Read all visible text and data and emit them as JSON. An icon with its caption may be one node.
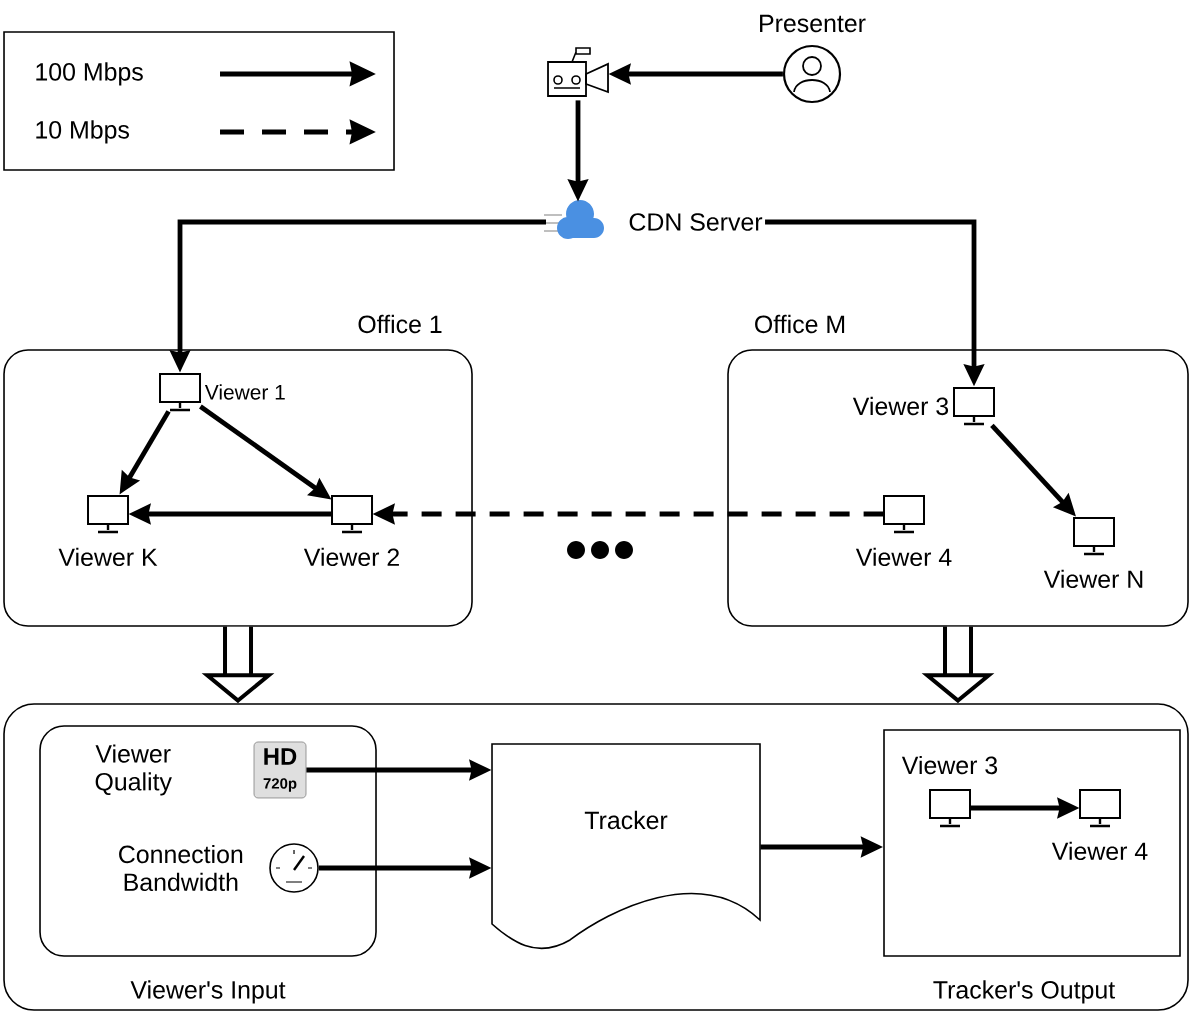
{
  "diagram": {
    "nodes": [
      {
        "text": [
          "Presenter"
        ]
      },
      {
        "text": [],
        "shape": "camera"
      },
      {
        "text": [
          "CDN Server"
        ]
      },
      {
        "text": [
          "Office 1"
        ]
      },
      {
        "text": [
          "Viewer 1"
        ],
        "in": 3
      },
      {
        "text": [
          "Viewer K"
        ],
        "in": 3
      },
      {
        "text": [
          "Viewer 2"
        ],
        "in": 3
      },
      {
        "text": [
          "Office M"
        ]
      },
      {
        "text": [
          "Viewer 3"
        ],
        "in": 7
      },
      {
        "text": [
          "Viewer 4"
        ],
        "in": 7
      },
      {
        "text": [
          "Viewer N"
        ],
        "in": 7
      },
      {
        "text": [],
        "shape": "box"
      },
      {
        "text": [
          "Viewer's Input"
        ],
        "in": 11
      },
      {
        "text": [
          "Viewer Quality",
          "HD",
          "720p"
        ],
        "in": 12
      },
      {
        "text": [
          "Connection Bandwidth"
        ],
        "in": 12
      },
      {
        "text": [
          "Tracker"
        ],
        "in": 11
      },
      {
        "text": [
          "Tracker's Output"
        ],
        "in": 11
      },
      {
        "text": [
          "Viewer 3"
        ],
        "in": 16
      },
      {
        "text": [
          "Viewer 4"
        ],
        "in": 16
      }
    ],
    "edges": [
      {
        "from": 0,
        "to": 1,
        "arrow": "to"
      },
      {
        "from": 1,
        "to": 2,
        "arrow": "to"
      },
      {
        "from": 2,
        "to": 4,
        "arrow": "to"
      },
      {
        "from": 2,
        "to": 8,
        "arrow": "to"
      },
      {
        "from": 4,
        "to": 5,
        "arrow": "to"
      },
      {
        "from": 4,
        "to": 6,
        "arrow": "to"
      },
      {
        "from": 6,
        "to": 5,
        "arrow": "to"
      },
      {
        "from": 9,
        "to": 6,
        "arrow": "to",
        "style": "dashed"
      },
      {
        "from": 8,
        "to": 10,
        "arrow": "to"
      },
      {
        "from": 3,
        "to": 11,
        "arrow": "to",
        "style": "thick"
      },
      {
        "from": 7,
        "to": 11,
        "arrow": "to",
        "style": "thick"
      },
      {
        "from": 13,
        "to": 15,
        "arrow": "to"
      },
      {
        "from": 14,
        "to": 15,
        "arrow": "to"
      },
      {
        "from": 15,
        "to": 16,
        "arrow": "to"
      },
      {
        "from": 17,
        "to": 18,
        "arrow": "to"
      }
    ],
    "legend": [
      {
        "text": "100 Mbps"
      },
      {
        "text": "10 Mbps"
      }
    ]
  }
}
